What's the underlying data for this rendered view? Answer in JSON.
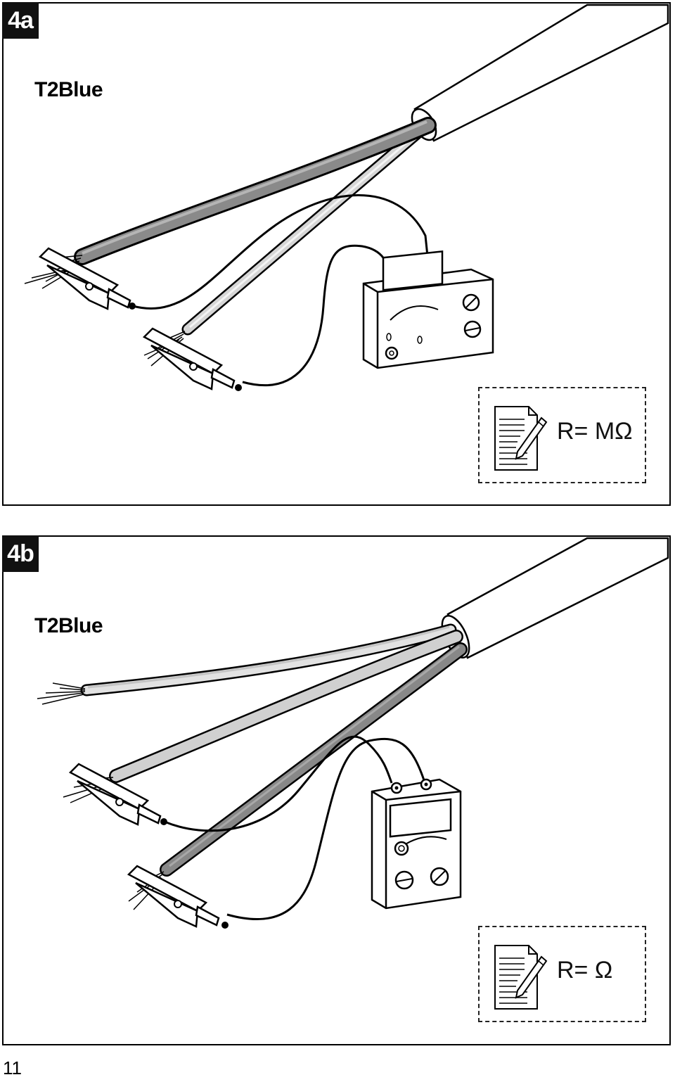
{
  "page": {
    "number": "11"
  },
  "panels": [
    {
      "tag": "4a",
      "product": "T2Blue",
      "measurement": {
        "label": "R=",
        "unit": "MΩ",
        "full": "R= MΩ"
      },
      "figure": {
        "wires": [
          "dark-grey-conductor",
          "light-grey-conductor"
        ],
        "instrument": "insulation-resistance-meter"
      }
    },
    {
      "tag": "4b",
      "product": "T2Blue",
      "measurement": {
        "label": "R=",
        "unit": "Ω",
        "full": "R= Ω"
      },
      "figure": {
        "wires": [
          "light-conductor-free",
          "light-grey-conductor",
          "dark-grey-conductor"
        ],
        "instrument": "ohmmeter"
      }
    }
  ],
  "icons": [
    "notepad-pencil-icon",
    "alligator-clip-icon",
    "meter-icon"
  ],
  "colors": {
    "ink": "#000000",
    "wire_dark": "#8a8a8a",
    "wire_light": "#cfcfcf",
    "sheath": "#ffffff"
  }
}
